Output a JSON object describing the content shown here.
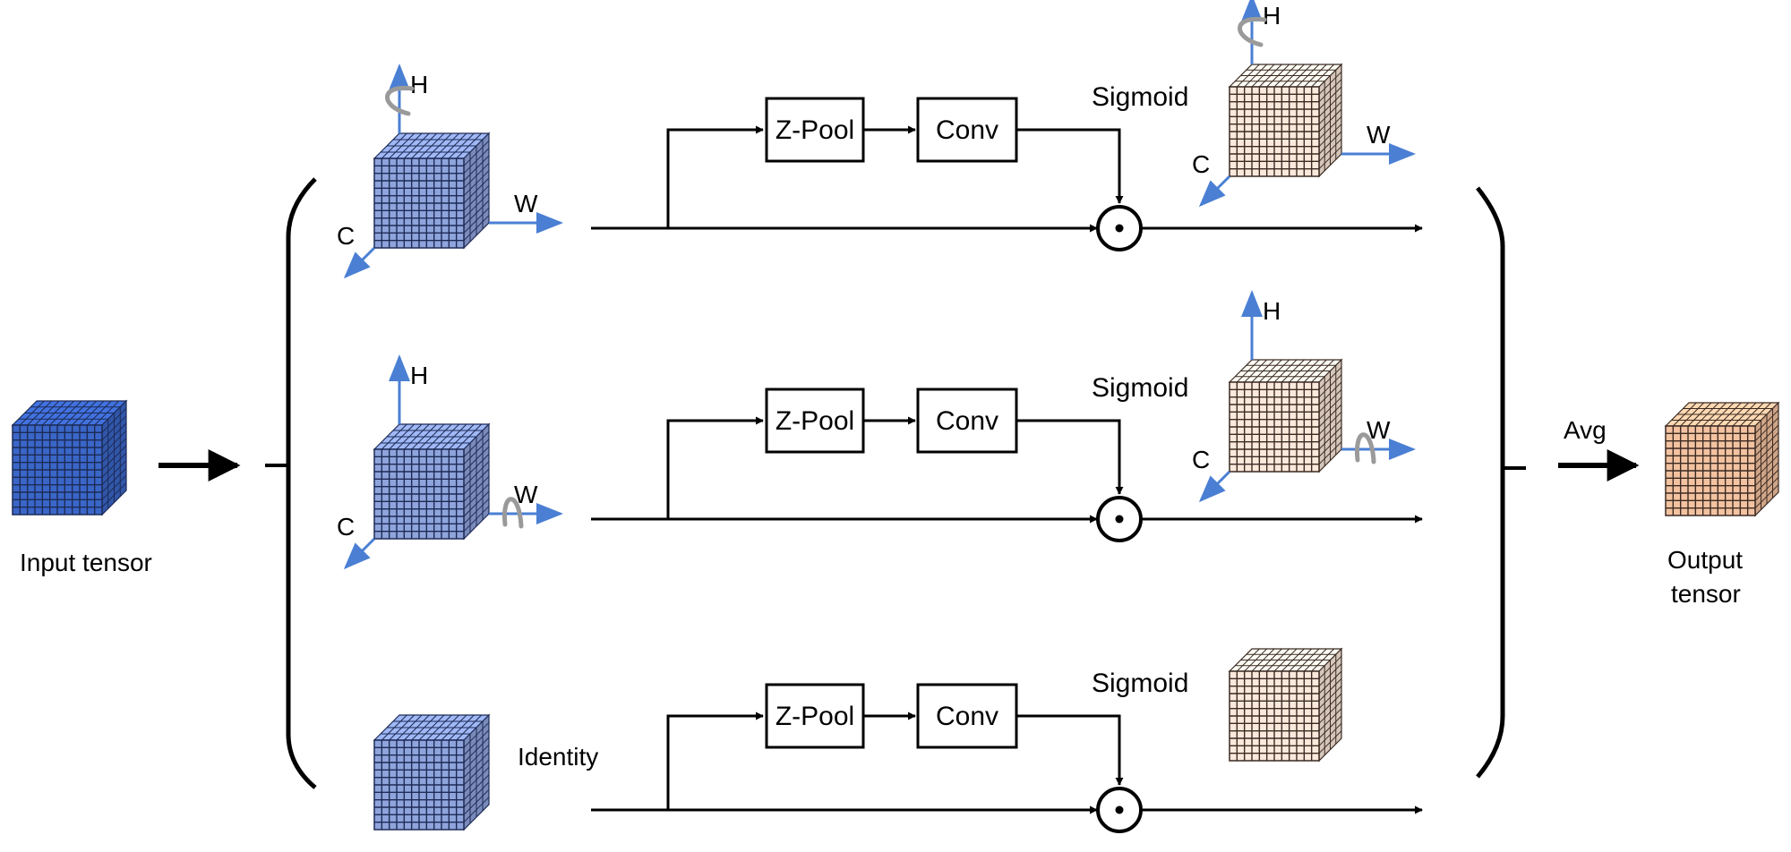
{
  "diagram": {
    "title": "",
    "colors": {
      "input_cube": "#3a66c8",
      "branch_cube": "#8fa4dc",
      "attention_cube": "#fbe9dc",
      "output_cube": "#f3c2a0",
      "axis_arrow": "#4a7fd4",
      "rotation_arrow": "#9a9a9a",
      "line": "#000000"
    },
    "input": {
      "label": "Input tensor"
    },
    "output": {
      "label_line1": "Output",
      "label_line2": "tensor"
    },
    "aggregate": {
      "label": "Avg"
    },
    "branches": [
      {
        "id": "branch-1",
        "rotation_axis": "H",
        "axes": {
          "h": "H",
          "w": "W",
          "c": "C"
        },
        "blocks": [
          "Z-Pool",
          "Conv"
        ],
        "activation": "Sigmoid",
        "operator": "⊙",
        "output_axes": {
          "h": "H",
          "w": "W",
          "c": "C"
        },
        "output_rotation_axis": "H"
      },
      {
        "id": "branch-2",
        "rotation_axis": "W",
        "axes": {
          "h": "H",
          "w": "W",
          "c": "C"
        },
        "blocks": [
          "Z-Pool",
          "Conv"
        ],
        "activation": "Sigmoid",
        "operator": "⊙",
        "output_axes": {
          "h": "H",
          "w": "W",
          "c": "C"
        },
        "output_rotation_axis": "W"
      },
      {
        "id": "branch-3",
        "rotation_axis": "",
        "identity_label": "Identity",
        "blocks": [
          "Z-Pool",
          "Conv"
        ],
        "activation": "Sigmoid",
        "operator": "⊙"
      }
    ]
  }
}
